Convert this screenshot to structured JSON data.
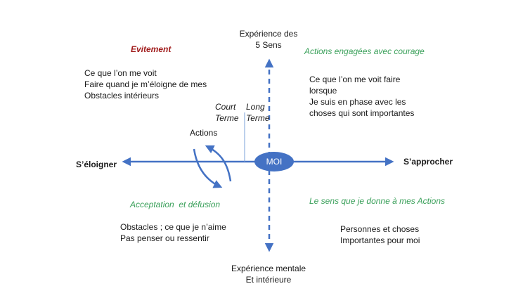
{
  "top_axis_label": "Expérience des\n5 Sens",
  "bottom_axis_label": "Expérience mentale\nEt intérieure",
  "left_axis_label": "S’éloigner",
  "right_axis_label": "S’approcher",
  "center_label": "MOI",
  "actions_label": "Actions",
  "short_term_label": "Court\nTerme",
  "long_term_label": "Long\nTerme",
  "quadrants": {
    "top_left": {
      "title": "Evitement",
      "body": "Ce que l’on me voit\nFaire quand je m’éloigne de mes\nObstacles intérieurs"
    },
    "top_right": {
      "title": "Actions engagées avec courage",
      "body": "Ce que l’on me voit faire\nlorsque\nJe suis en phase avec les\nchoses qui sont importantes"
    },
    "bottom_left": {
      "title": "Acceptation  et défusion",
      "body": "Obstacles ; ce que je n’aime\nPas penser ou ressentir"
    },
    "bottom_right": {
      "title": "Le sens que je donne à mes Actions",
      "body": "Personnes et choses\nImportantes pour moi"
    }
  },
  "colors": {
    "axis": "#4472c4",
    "center": "#4472c4",
    "title_green": "#3aa05a",
    "title_red": "#a11d1d"
  }
}
